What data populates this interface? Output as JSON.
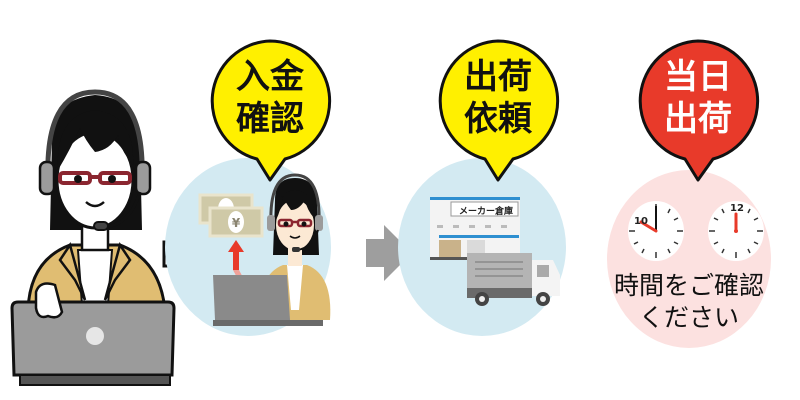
{
  "steps": [
    {
      "id": "payment-confirmation",
      "bubble": {
        "line1": "入金",
        "line2": "確認",
        "color": "#FFF000"
      },
      "circle_color": "#D3EAF2"
    },
    {
      "id": "shipping-request",
      "bubble": {
        "line1": "出荷",
        "line2": "依頼",
        "color": "#FFF000"
      },
      "circle_color": "#D3EAF2",
      "warehouse_sign": "メーカー倉庫"
    },
    {
      "id": "same-day-shipping",
      "bubble": {
        "line1": "当日",
        "line2": "出荷",
        "color": "#E83A2A"
      },
      "circle_color": "#FCE1E0",
      "clocks": [
        {
          "label": "10",
          "time": "10:00"
        },
        {
          "label": "12",
          "time": "12:00"
        }
      ],
      "note": {
        "line1": "時間をご確認",
        "line2": "ください"
      }
    }
  ],
  "colors": {
    "yellow": "#FFF000",
    "red": "#E83A2A",
    "light_blue": "#D3EAF2",
    "light_pink": "#FCE1E0",
    "jacket": "#E0BD72",
    "laptop": "#9B9B9B",
    "arrow_gray": "#9E9E9E"
  }
}
